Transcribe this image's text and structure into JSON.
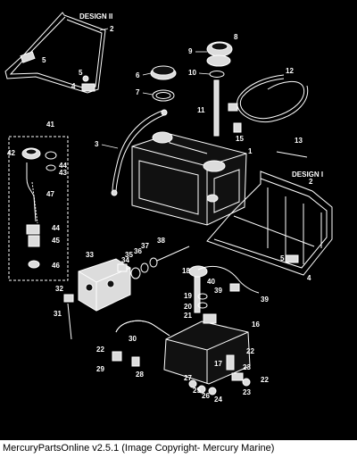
{
  "diagram": {
    "labels": {
      "design2": "DESIGN II",
      "design1": "DESIGN I",
      "n1": "1",
      "n2a": "2",
      "n2b": "2",
      "n3": "3",
      "n4a": "4",
      "n4b": "4",
      "n5a": "5",
      "n5b": "5",
      "n6": "6",
      "n7": "7",
      "n8": "8",
      "n9": "9",
      "n10": "10",
      "n11": "11",
      "n12": "12",
      "n13": "13",
      "n15": "15",
      "n16": "16",
      "n17": "17",
      "n18": "18",
      "n19": "19",
      "n20": "20",
      "n21": "21",
      "n22a": "22",
      "n22b": "22",
      "n22c": "22",
      "n23a": "23",
      "n23b": "23",
      "n24": "24",
      "n25": "25",
      "n26": "26",
      "n27": "27",
      "n28": "28",
      "n29": "29",
      "n30": "30",
      "n31": "31",
      "n32": "32",
      "n33": "33",
      "n34": "34",
      "n35": "35",
      "n36": "36",
      "n37": "37",
      "n38": "38",
      "n39a": "39",
      "n39b": "39",
      "n40": "40",
      "n41": "41",
      "n42": "42",
      "n43": "43",
      "n44a": "44",
      "n44b": "44",
      "n45": "45",
      "n46": "46",
      "n47": "47"
    }
  },
  "caption": "MercuryPartsOnline v2.5.1 (Image Copyright- Mercury Marine)"
}
